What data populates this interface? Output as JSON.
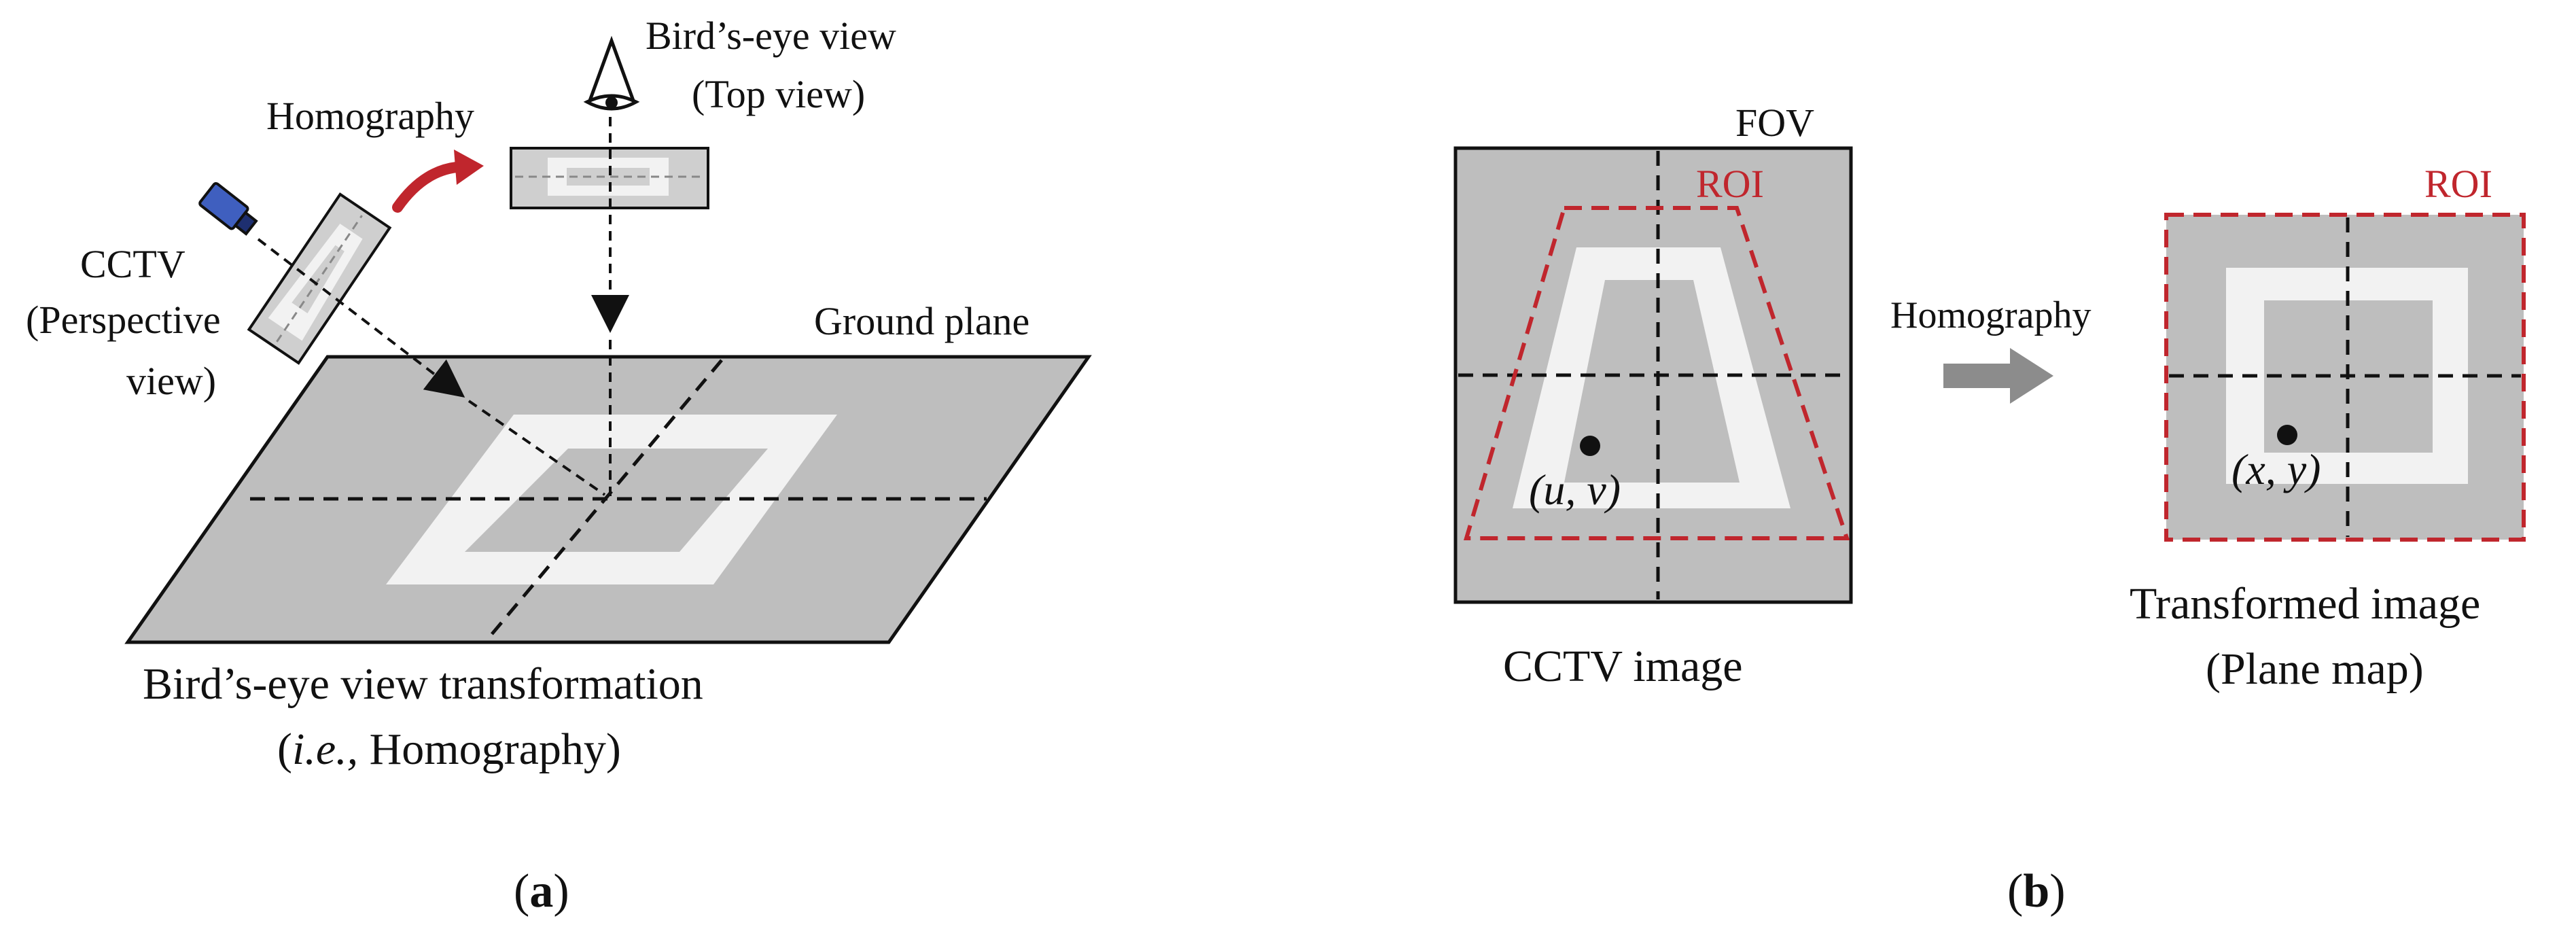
{
  "panel_a": {
    "top_label_1": "Bird’s-eye view",
    "top_label_2": "(Top view)",
    "homography_label": "Homography",
    "cctv_1": "CCTV",
    "cctv_2": "(Perspective",
    "cctv_3": "view)",
    "ground_label": "Ground plane",
    "caption_1": "Bird’s-eye view transformation",
    "caption_2_italic": "i.e.,",
    "caption_2_rest": " Homography)",
    "caption_2_open": "(",
    "letter": "a"
  },
  "panel_b": {
    "fov_label": "FOV",
    "roi_left": "ROI",
    "roi_right": "ROI",
    "point_left": "(u, v)",
    "point_right": "(x, y)",
    "homography_label": "Homography",
    "left_caption": "CCTV image",
    "right_caption_1": "Transformed image",
    "right_caption_2": "(Plane map)",
    "letter": "b"
  },
  "colors": {
    "plane_gray": "#bebebe",
    "roi_red": "#c0262d",
    "camera_blue": "#3f5fbf",
    "arrow_red": "#c0262d",
    "arrow_gray": "#8c8c8c"
  }
}
